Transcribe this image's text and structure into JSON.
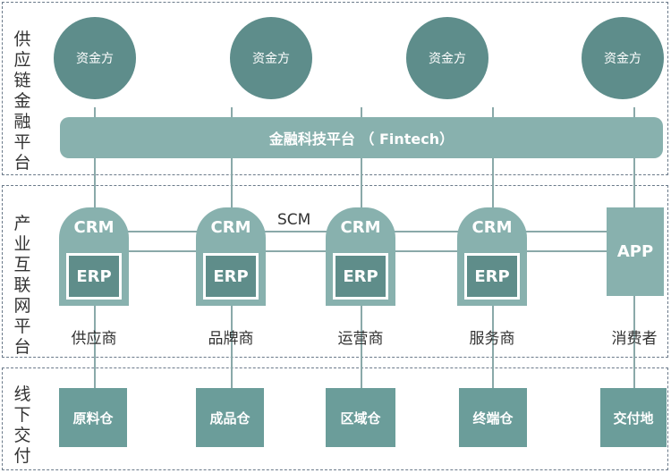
{
  "layers": {
    "finance": "供应链金融平台",
    "industry": "产业互联网平台",
    "offline": "线下交付"
  },
  "funders": [
    "资金方",
    "资金方",
    "资金方",
    "资金方"
  ],
  "platform": "金融科技平台 （ Fintech）",
  "scm": "SCM",
  "nodes": [
    {
      "crm": "CRM",
      "erp": "ERP",
      "role": "供应商"
    },
    {
      "crm": "CRM",
      "erp": "ERP",
      "role": "品牌商"
    },
    {
      "crm": "CRM",
      "erp": "ERP",
      "role": "运营商"
    },
    {
      "crm": "CRM",
      "erp": "ERP",
      "role": "服务商"
    }
  ],
  "app": {
    "label": "APP",
    "role": "消费者"
  },
  "warehouses": [
    "原料仓",
    "成品仓",
    "区域仓",
    "终端仓",
    "交付地"
  ],
  "colors": {
    "dark_teal": "#5e8d8b",
    "light_teal": "#88b1ae",
    "border": "#6b7a8a"
  }
}
